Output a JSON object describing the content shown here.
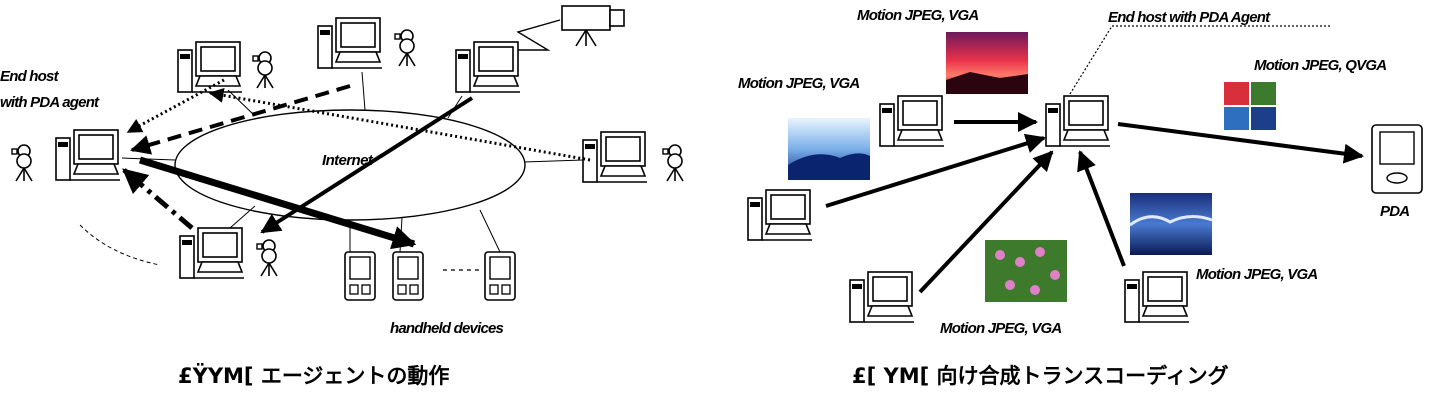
{
  "left": {
    "label_end_host_line1": "End host",
    "label_end_host_line2": "with PDA agent",
    "label_internet": "Internet",
    "label_handheld": "handheld devices",
    "caption": "£ŸYM[ エージェントの動作"
  },
  "right": {
    "label_end_host": "End host with PDA Agent",
    "label_vga_top": "Motion JPEG, VGA",
    "label_vga_left": "Motion JPEG, VGA",
    "label_qvga": "Motion JPEG, QVGA",
    "label_vga_right": "Motion JPEG, VGA",
    "label_vga_bottom": "Motion JPEG, VGA",
    "label_pda": "PDA",
    "caption": "£[ YM[ 向け合成トランスコーディング"
  },
  "colors": {
    "ink": "#000000",
    "sky_blue": "#2f6fc0",
    "sunset_red": "#d8203a",
    "flower_green": "#3d7a2c",
    "wave_blue": "#1d3f8a"
  }
}
